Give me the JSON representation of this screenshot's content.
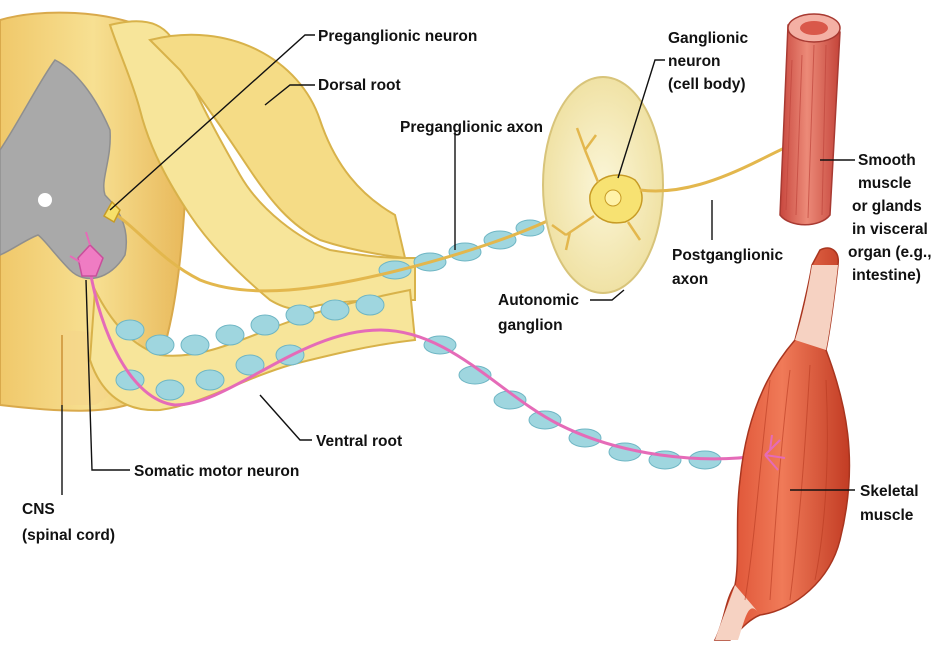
{
  "labels": {
    "preganglionic_neuron": "Preganglionic neuron",
    "dorsal_root": "Dorsal root",
    "ganglionic_neuron_1": "Ganglionic",
    "ganglionic_neuron_2": "neuron",
    "ganglionic_neuron_3": "(cell body)",
    "preganglionic_axon": "Preganglionic axon",
    "smooth_muscle_1": "Smooth",
    "smooth_muscle_2": "muscle",
    "smooth_muscle_3": "or glands",
    "smooth_muscle_4": "in visceral",
    "smooth_muscle_5": "organ (e.g.,",
    "smooth_muscle_6": "intestine)",
    "postganglionic_axon_1": "Postganglionic",
    "postganglionic_axon_2": "axon",
    "autonomic_ganglion_1": "Autonomic",
    "autonomic_ganglion_2": "ganglion",
    "ventral_root": "Ventral root",
    "somatic_motor_neuron": "Somatic motor neuron",
    "cns_1": "CNS",
    "cns_2": "(spinal cord)",
    "skeletal_muscle_1": "Skeletal",
    "skeletal_muscle_2": "muscle"
  },
  "colors": {
    "spinal_cord": "#f3d97a",
    "gray_matter": "#a9a9a9",
    "nerve": "#f7e59a",
    "myelin": "#9fd6df",
    "somatic_axon": "#e56bb8",
    "ganglion": "#f6eebc",
    "smooth_muscle": "#e06a5c",
    "skeletal_muscle": "#e35b3d"
  }
}
